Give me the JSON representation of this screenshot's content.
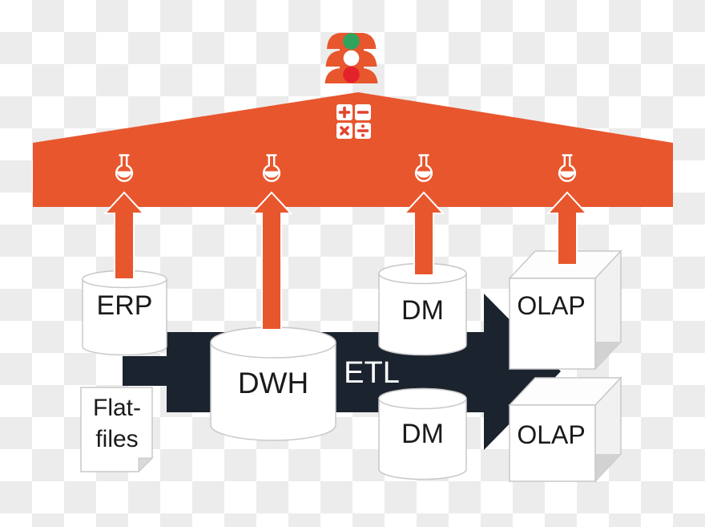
{
  "colors": {
    "roof_orange": "#E8562D",
    "flow_dark": "#1B232E",
    "traffic_green": "#2FA45D",
    "traffic_red": "#E4222B",
    "math_symbol_red": "#E3432E",
    "checker_gray": "#ECECEC",
    "shape_border_gray": "#C8C8C8",
    "label_black": "#1A1A1A",
    "white": "#FFFFFF"
  },
  "labels": {
    "erp": "ERP",
    "flat_files_line1": "Flat-",
    "flat_files_line2": "files",
    "dwh": "DWH",
    "etl": "ETL",
    "dm_upper": "DM",
    "dm_lower": "DM",
    "olap_upper": "OLAP",
    "olap_lower": "OLAP"
  },
  "icons": {
    "traffic_light": "traffic-light-icon",
    "calculator": "calculator-math-icon",
    "flask": "flask-icon",
    "up_arrow": "up-arrow-icon",
    "flow_arrow": "etl-flow-arrow"
  }
}
